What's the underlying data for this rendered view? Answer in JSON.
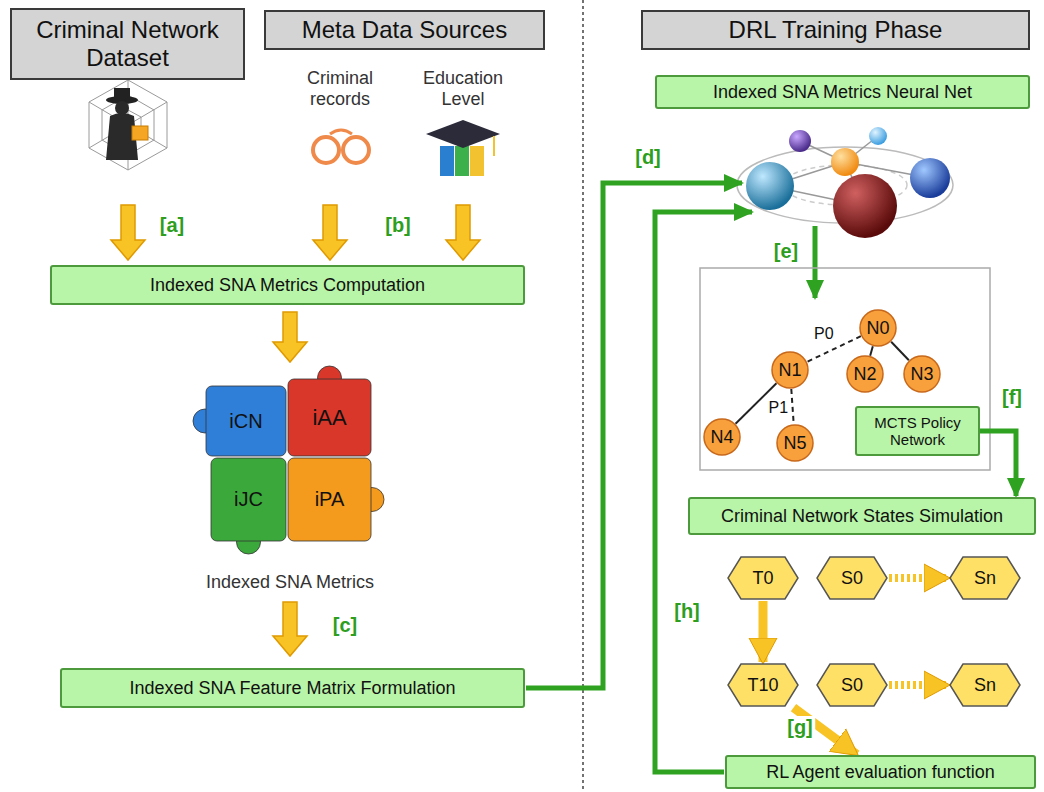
{
  "diagram": {
    "nodes": [
      {
        "text": [
          "Criminal Network Dataset"
        ]
      },
      {
        "text": [
          "Meta Data Sources"
        ]
      },
      {
        "text": [
          "DRL Training Phase"
        ]
      },
      {
        "text": [
          "Indexed SNA Metrics Neural Net"
        ]
      },
      {
        "text": [
          "Indexed SNA Metrics Computation"
        ]
      },
      {
        "text": [
          "iCN"
        ]
      },
      {
        "text": [
          "iAA"
        ]
      },
      {
        "text": [
          "iJC"
        ]
      },
      {
        "text": [
          "iPA"
        ]
      },
      {
        "text": [
          "Indexed SNA Feature Matrix Formulation"
        ]
      },
      {
        "text": [
          "N0"
        ]
      },
      {
        "text": [
          "N1"
        ]
      },
      {
        "text": [
          "N2"
        ]
      },
      {
        "text": [
          "N3"
        ]
      },
      {
        "text": [
          "N4"
        ]
      },
      {
        "text": [
          "N5"
        ]
      },
      {
        "text": [
          "MCTS Policy Network"
        ]
      },
      {
        "text": [
          "Criminal Network States Simulation"
        ]
      },
      {
        "text": [
          "T0"
        ]
      },
      {
        "text": [
          "S0"
        ]
      },
      {
        "text": [
          "Sn"
        ]
      },
      {
        "text": [
          "T10"
        ]
      },
      {
        "text": [
          "S0"
        ]
      },
      {
        "text": [
          "Sn"
        ]
      },
      {
        "text": [
          "RL Agent evaluation function"
        ]
      }
    ],
    "edges": [
      {
        "from": 10,
        "to": 11,
        "arrow": "none",
        "label": "P0"
      },
      {
        "from": 10,
        "to": 12,
        "arrow": "none"
      },
      {
        "from": 10,
        "to": 13,
        "arrow": "none"
      },
      {
        "from": 11,
        "to": 14,
        "arrow": "none"
      },
      {
        "from": 11,
        "to": 15,
        "arrow": "none",
        "label": "P1"
      },
      {
        "from": 16,
        "to": 17,
        "arrow": "to"
      },
      {
        "from": 19,
        "to": 20,
        "arrow": "to"
      },
      {
        "from": 18,
        "to": 21,
        "arrow": "to"
      },
      {
        "from": 22,
        "to": 23,
        "arrow": "to"
      },
      {
        "from": 21,
        "to": 24,
        "arrow": "to"
      }
    ],
    "labels": [
      "Criminal records",
      "Education Level",
      "[a]",
      "[b]",
      "Indexed SNA Metrics",
      "[c]",
      "[d]",
      "[e]",
      "[f]",
      "[h]",
      "[g]"
    ]
  }
}
